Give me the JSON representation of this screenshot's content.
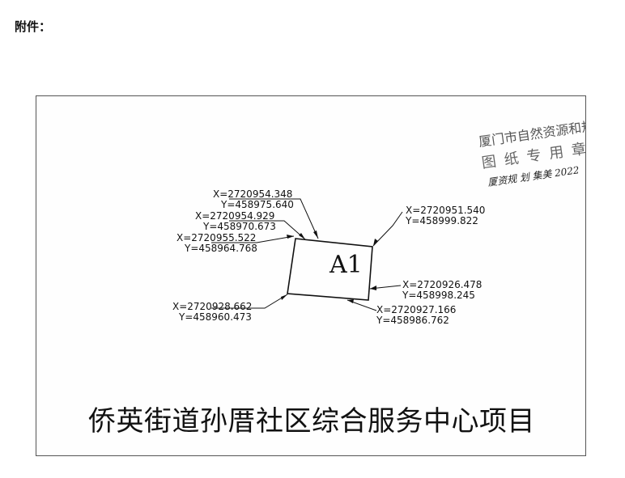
{
  "heading": "附件：",
  "parcel_label": "A1",
  "project_title": "侨英街道孙厝社区综合服务中心项目",
  "stamp": {
    "line1": "厦门市自然资源和规划",
    "line2": "图纸专用章（",
    "signature": "厦资规 划 集美 2022"
  },
  "coordinates": [
    {
      "x": "X=2720954.348",
      "y": "Y=458975.640"
    },
    {
      "x": "X=2720954.929",
      "y": "Y=458970.673"
    },
    {
      "x": "X=2720955.522",
      "y": "Y=458964.768"
    },
    {
      "x": "X=2720951.540",
      "y": "Y=458999.822"
    },
    {
      "x": "X=2720926.478",
      "y": "Y=458998.245"
    },
    {
      "x": "X=2720927.166",
      "y": "Y=458986.762"
    },
    {
      "x": "X=2720928.662",
      "y": "Y=458960.473"
    }
  ]
}
